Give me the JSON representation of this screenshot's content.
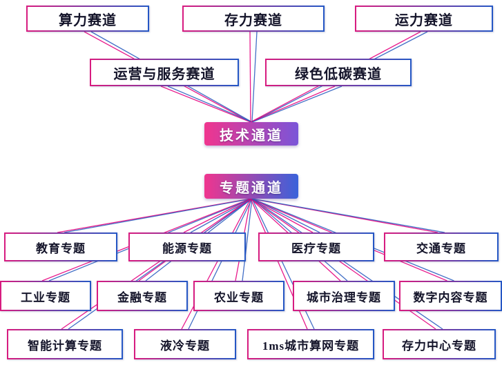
{
  "hubs": {
    "tech": "技术通道",
    "topic": "专题通道"
  },
  "tracks": [
    "算力赛道",
    "存力赛道",
    "运力赛道",
    "运营与服务赛道",
    "绿色低碳赛道"
  ],
  "topics": [
    "教育专题",
    "能源专题",
    "医疗专题",
    "交通专题",
    "工业专题",
    "金融专题",
    "农业专题",
    "城市治理专题",
    "数字内容专题",
    "智能计算专题",
    "液冷专题",
    "1ms城市算网专题",
    "存力中心专题"
  ],
  "colors": {
    "line_pink": "#e6007e",
    "line_blue": "#2e5fc0",
    "box_border_pink": "#d81b7f",
    "box_border_blue": "#2457c5",
    "hub_gradient_start": "#f0358e",
    "hub_tech_gradient_end": "#7a55d8",
    "hub_topic_gradient_end": "#3a62da",
    "box_text": "#14142a"
  }
}
